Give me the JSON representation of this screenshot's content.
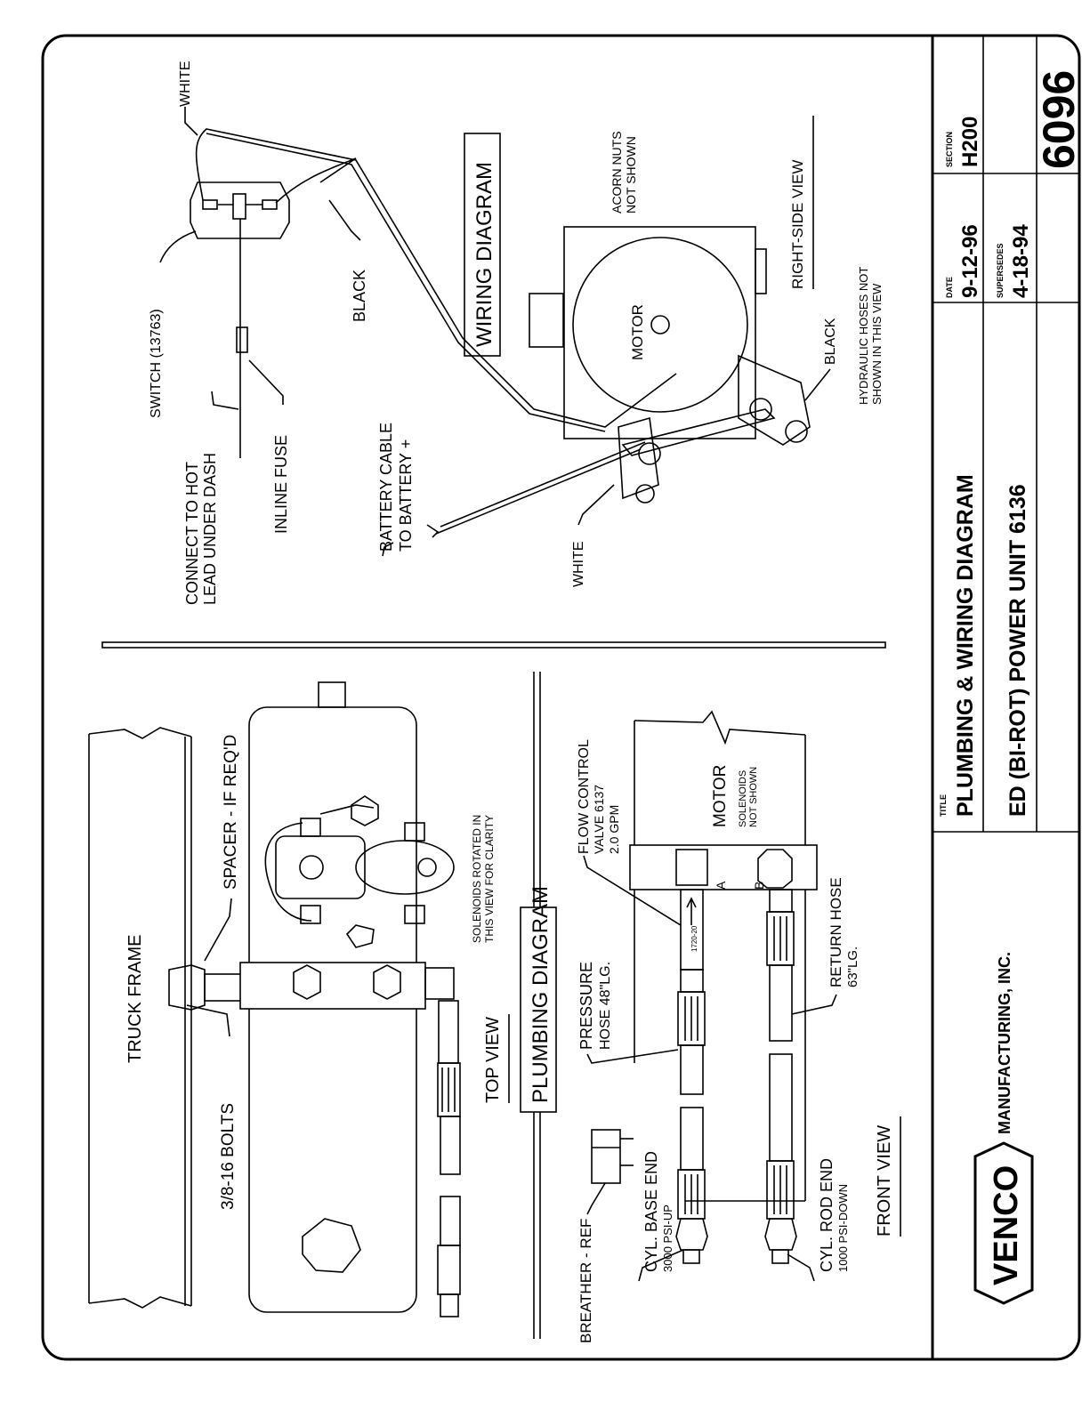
{
  "title_block": {
    "company_name": "MANUFACTURING, INC.",
    "logo_text": "VENCO",
    "title_label": "TITLE",
    "title_line1": "PLUMBING & WIRING DIAGRAM",
    "title_line2": "ED (BI-ROT) POWER UNIT 6136",
    "date_label": "DATE",
    "date_value": "9-12-96",
    "supersedes_label": "SUPERSEDES",
    "supersedes_value": "4-18-94",
    "section_label": "SECTION",
    "section_value": "H200",
    "drawing_number": "6096"
  },
  "wiring": {
    "heading": "WIRING DIAGRAM",
    "view_label": "RIGHT-SIDE VIEW",
    "acorn_note_1": "ACORN NUTS",
    "acorn_note_2": "NOT SHOWN",
    "white_top": "WHITE",
    "switch_label": "SWITCH (13763)",
    "black_left": "BLACK",
    "connect_1": "CONNECT TO HOT",
    "connect_2": "LEAD UNDER DASH",
    "inline_fuse": "INLINE FUSE",
    "battery_1": "BATTERY CABLE",
    "battery_2": "TO BATTERY +",
    "white_bottom": "WHITE",
    "motor": "MOTOR",
    "black_right": "BLACK",
    "hyd_note_1": "HYDRAULIC HOSES NOT",
    "hyd_note_2": "SHOWN IN THIS VIEW"
  },
  "plumbing": {
    "heading": "PLUMBING DIAGRAM",
    "top_view": "TOP VIEW",
    "front_view": "FRONT VIEW",
    "truck_frame": "TRUCK FRAME",
    "spacer": "SPACER - IF REQ'D",
    "bolts": "3/8-16 BOLTS",
    "solenoid_1": "SOLENOIDS ROTATED IN",
    "solenoid_2": "THIS VIEW FOR CLARITY",
    "flow_1": "FLOW CONTROL",
    "flow_2": "VALVE 6137",
    "flow_3": "2.0 GPM",
    "motor": "MOTOR",
    "motor_note_1": "SOLENOIDS",
    "motor_note_2": "NOT SHOWN",
    "port_a": "A",
    "port_b": "B",
    "valve_mark": "1720-20",
    "pressure_1": "PRESSURE",
    "pressure_2": "HOSE  48\"LG.",
    "return_1": "RETURN HOSE",
    "return_2": "63\"LG.",
    "breather": "BREATHER - REF",
    "cyl_base_1": "CYL. BASE END",
    "cyl_base_2": "3000 PSI-UP",
    "cyl_rod_1": "CYL. ROD END",
    "cyl_rod_2": "1000 PSI-DOWN"
  }
}
